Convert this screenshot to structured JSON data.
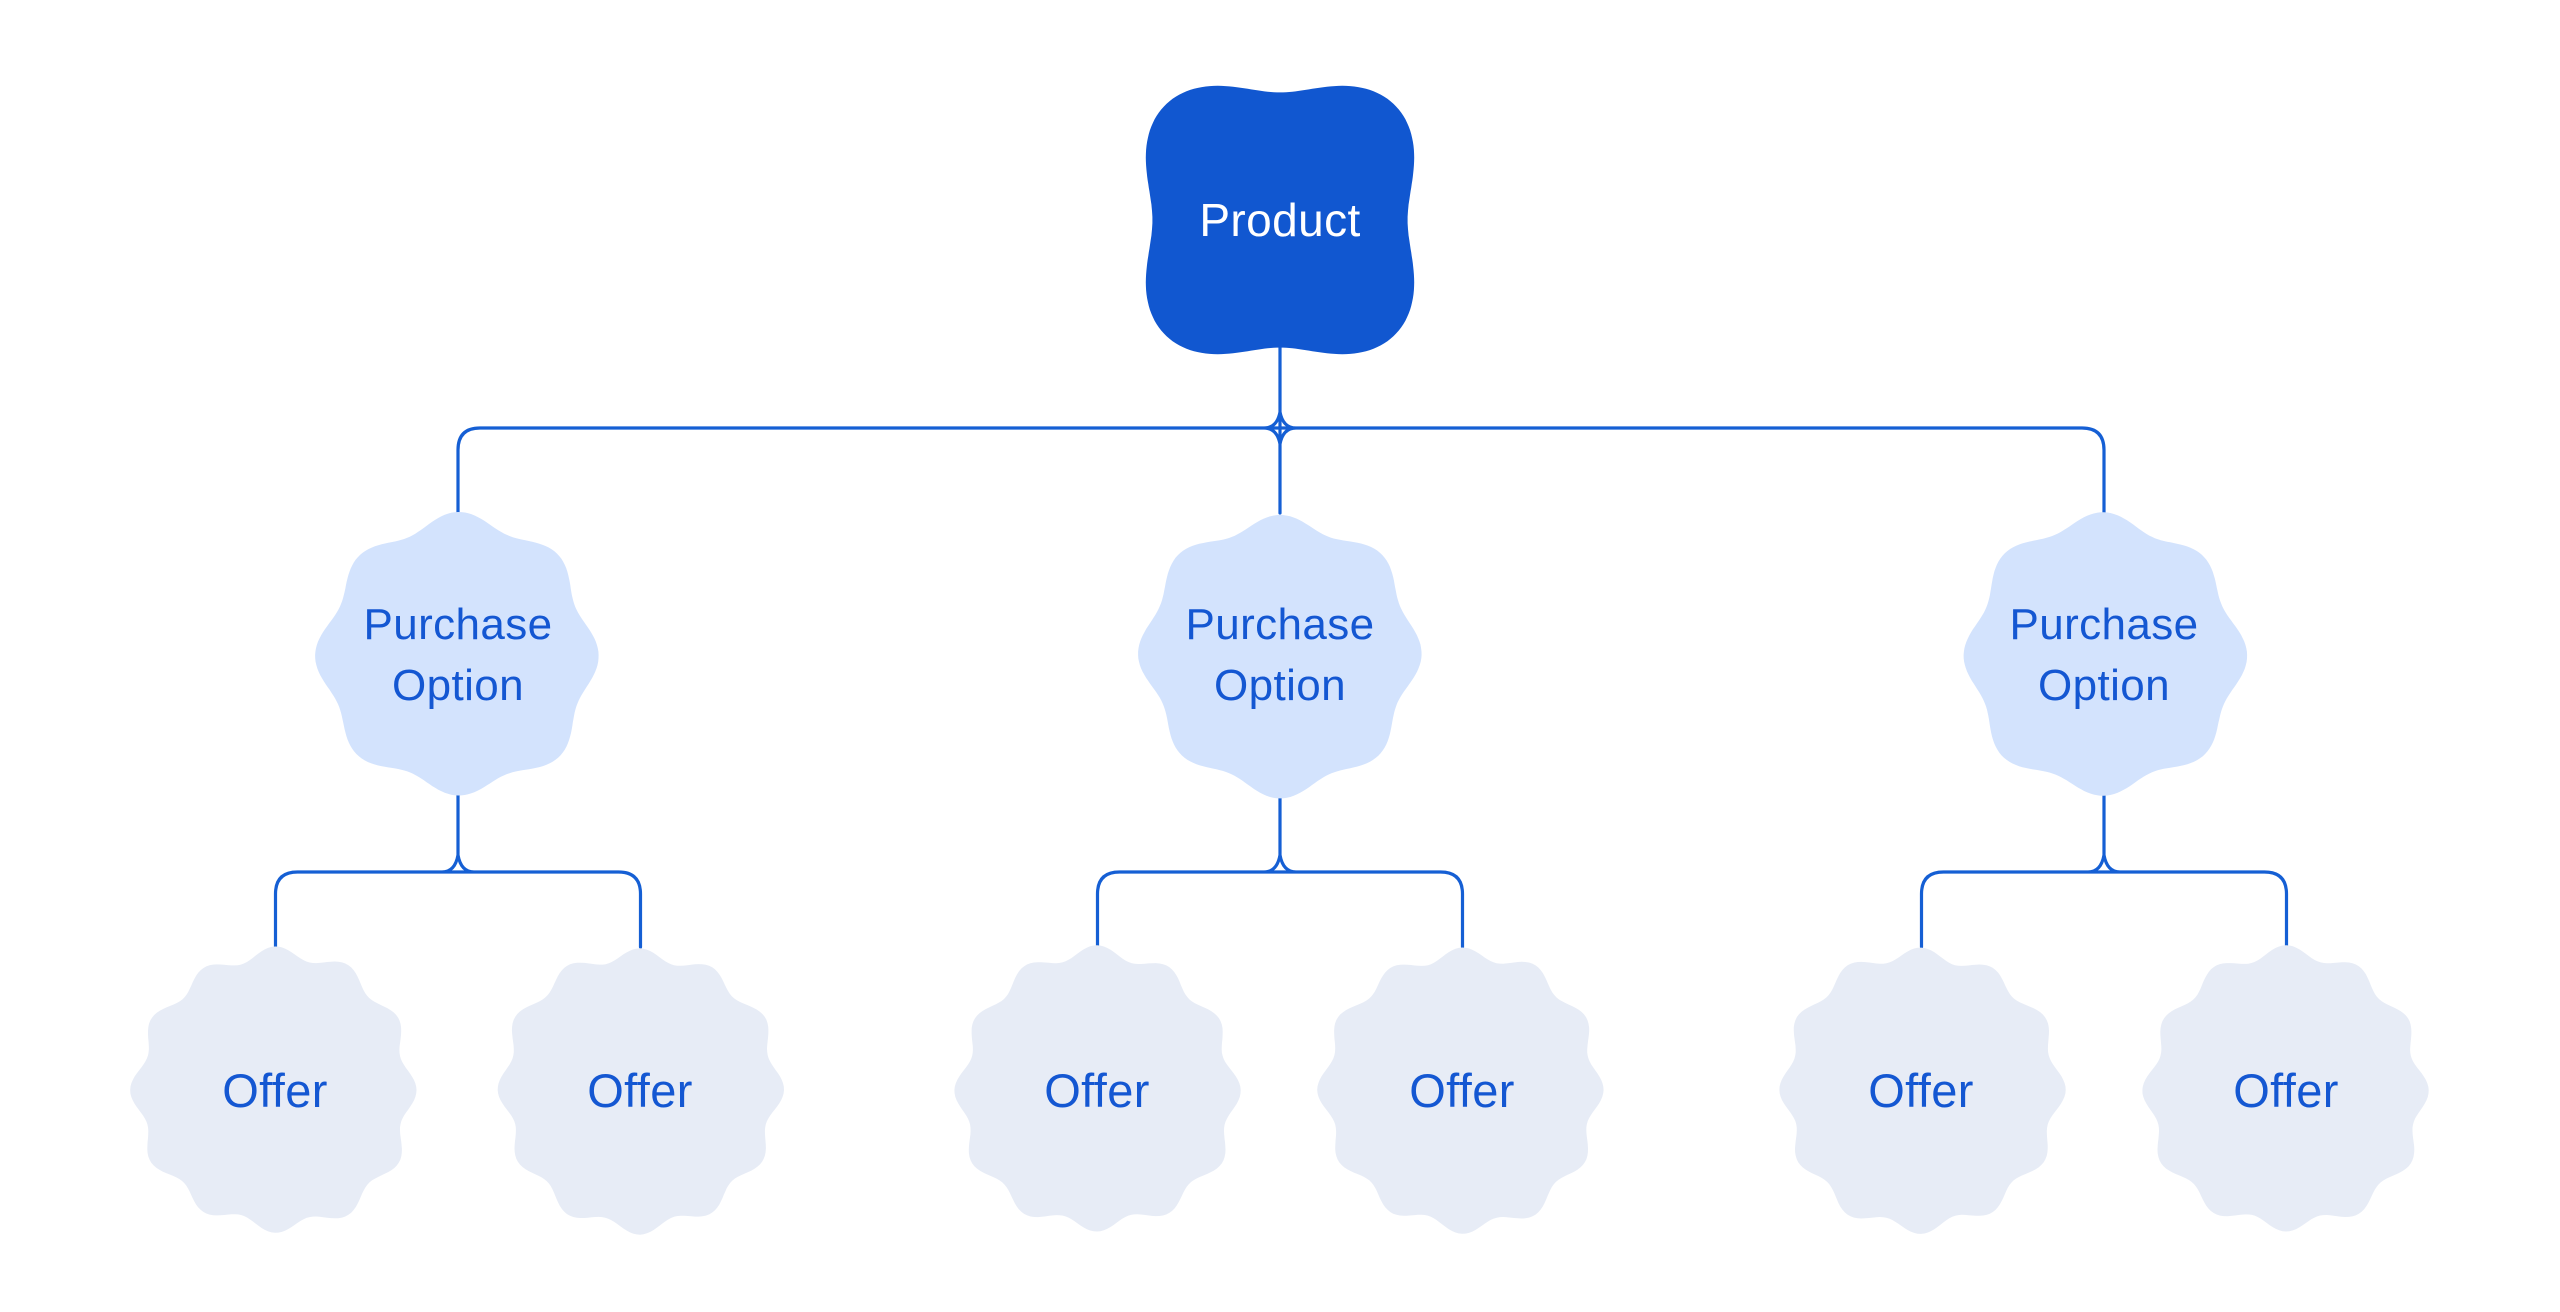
{
  "diagram": {
    "colors": {
      "background": "#ffffff",
      "product_fill": "#1157D0",
      "product_text": "#ffffff",
      "purchase_option_fill": "#D3E3FD",
      "offer_fill": "#E7ECF6",
      "label_text": "#1457D2",
      "connector": "#155FD4"
    },
    "tree": {
      "root": {
        "label": "Product"
      },
      "children": [
        {
          "label": "Purchase Option",
          "children": [
            {
              "label": "Offer"
            },
            {
              "label": "Offer"
            }
          ]
        },
        {
          "label": "Purchase Option",
          "children": [
            {
              "label": "Offer"
            },
            {
              "label": "Offer"
            }
          ]
        },
        {
          "label": "Purchase Option",
          "children": [
            {
              "label": "Offer"
            },
            {
              "label": "Offer"
            }
          ]
        }
      ]
    }
  }
}
